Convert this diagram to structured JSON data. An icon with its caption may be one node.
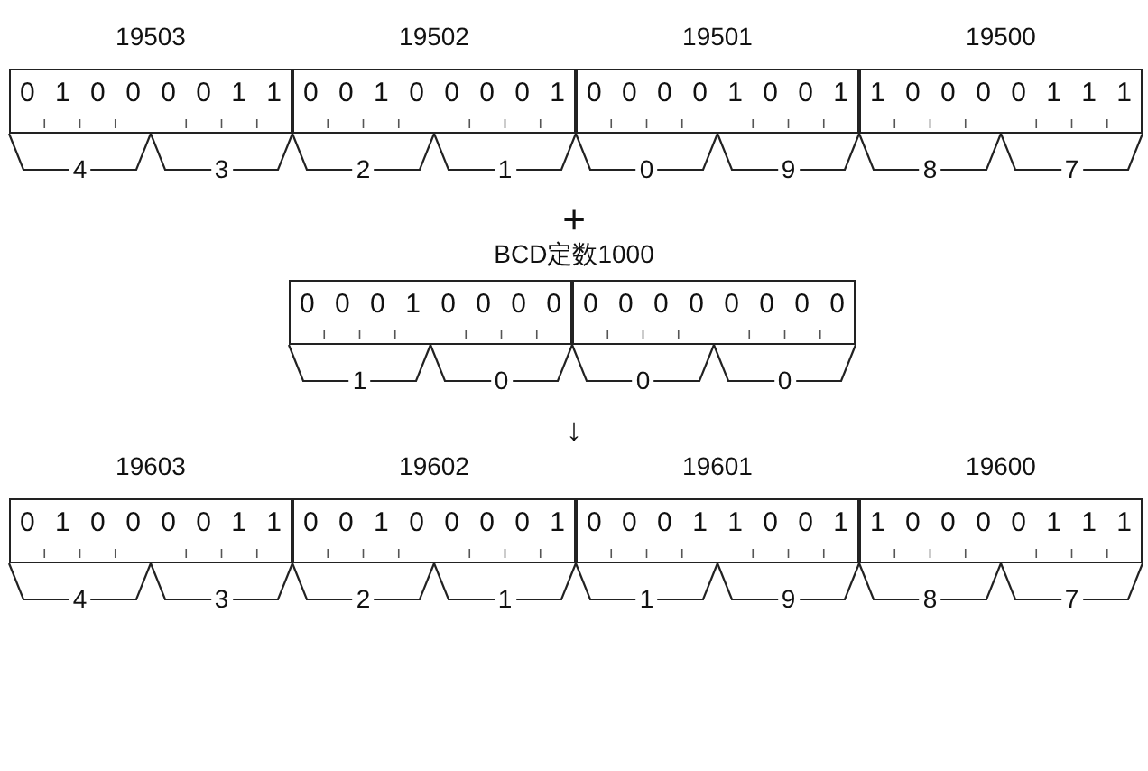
{
  "diagram": {
    "nodes": [
      {
        "text": [
          "19503",
          "0 1 0 0 0 0 1 1"
        ]
      },
      {
        "text": [
          "19502",
          "0 0 1 0 0 0 0 1"
        ]
      },
      {
        "text": [
          "19501",
          "0 0 0 0 1 0 0 1"
        ]
      },
      {
        "text": [
          "19500",
          "1 0 0 0 0 1 1 1"
        ]
      },
      {
        "text": [
          "0 0 0 1 0 0 0 0"
        ]
      },
      {
        "text": [
          "0 0 0 0 0 0 0 0"
        ]
      },
      {
        "text": [
          "19603",
          "0 1 0 0 0 0 1 1"
        ]
      },
      {
        "text": [
          "19602",
          "0 0 1 0 0 0 0 1"
        ]
      },
      {
        "text": [
          "19601",
          "0 0 0 1 1 0 0 1"
        ]
      },
      {
        "text": [
          "19600",
          "1 0 0 0 0 1 1 1"
        ]
      }
    ],
    "labels": [
      "4",
      "3",
      "2",
      "1",
      "0",
      "9",
      "8",
      "7",
      "+",
      "BCD定数1000",
      "1",
      "0",
      "0",
      "0",
      "↓",
      "4",
      "3",
      "2",
      "1",
      "1",
      "9",
      "8",
      "7"
    ]
  }
}
